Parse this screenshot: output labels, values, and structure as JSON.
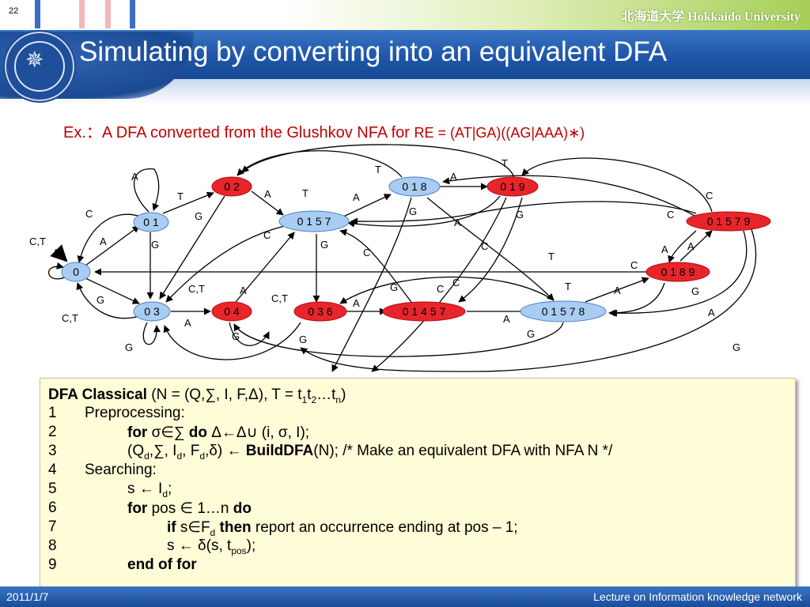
{
  "header": {
    "page_number": "22",
    "university": "北海道大学 Hokkaido University",
    "title": "Simulating by converting into an equivalent DFA",
    "stripe_colors": [
      "#3b6fc2",
      "#f2b8b8",
      "#f2b8b8",
      "#3b6fc2"
    ]
  },
  "caption": {
    "prefix": "Ex.：",
    "text": "A DFA converted from the Glushkov NFA for",
    "re": "RE = (AT|GA)((AG|AAA)∗)"
  },
  "diagram": {
    "colors": {
      "blue_state": "#a9cdf2",
      "red_state": "#e8252a",
      "edge": "#000000"
    },
    "states": [
      {
        "id": "s0",
        "label": "0",
        "kind": "blue"
      },
      {
        "id": "s01",
        "label": "0 1",
        "kind": "blue"
      },
      {
        "id": "s03",
        "label": "0 3",
        "kind": "blue"
      },
      {
        "id": "s02",
        "label": "0 2",
        "kind": "red"
      },
      {
        "id": "s04",
        "label": "0 4",
        "kind": "red"
      },
      {
        "id": "s0157",
        "label": "0 1 5 7",
        "kind": "blue"
      },
      {
        "id": "s036",
        "label": "0 3 6",
        "kind": "red"
      },
      {
        "id": "s018",
        "label": "0 1 8",
        "kind": "blue"
      },
      {
        "id": "s019",
        "label": "0 1 9",
        "kind": "red"
      },
      {
        "id": "s01457",
        "label": "0 1 4 5 7",
        "kind": "red"
      },
      {
        "id": "s01578",
        "label": "0 1 5 7 8",
        "kind": "blue"
      },
      {
        "id": "s01579",
        "label": "0 1 5 7 9",
        "kind": "red"
      },
      {
        "id": "s0189",
        "label": "0 1 8 9",
        "kind": "red"
      }
    ],
    "edge_labels": [
      "C,T",
      "C",
      "A",
      "G",
      "C,T",
      "G",
      "A",
      "T",
      "G",
      "G",
      "A",
      "C,T",
      "C",
      "A",
      "G",
      "T",
      "A",
      "G",
      "G",
      "A",
      "C,T",
      "A",
      "C",
      "G",
      "C",
      "A",
      "G",
      "T",
      "A",
      "C",
      "A",
      "G",
      "C",
      "C",
      "T",
      "T",
      "G",
      "A",
      "G",
      "A",
      "T",
      "C",
      "A",
      "G",
      "C",
      "A",
      "C",
      "T",
      "T",
      "G",
      "G",
      "A",
      "G"
    ]
  },
  "algorithm": {
    "name": "DFA Classical",
    "signature": " (N = (Q,∑, I, F,Δ), T = t",
    "sig_sub1": "1",
    "sig_mid1": "t",
    "sig_sub2": "2",
    "sig_mid2": "…t",
    "sig_sub3": "n",
    "sig_end": ")",
    "lines": [
      {
        "num": "1",
        "text": "Preprocessing:"
      },
      {
        "num": "2",
        "kw": "for",
        "text": " σ∈∑ ",
        "kw2": "do",
        "text2": " Δ←Δ∪ (i, σ, I);"
      },
      {
        "num": "3",
        "a": "(Q",
        "a_sub": "d",
        "b": ",∑, I",
        "b_sub": "d",
        "c": ", F",
        "c_sub": "d",
        "d": ",δ) ← ",
        "kw": "BuildDFA",
        "e": "(N); /* Make an equivalent DFA with NFA N */"
      },
      {
        "num": "4",
        "text": "Searching:"
      },
      {
        "num": "5",
        "a": "s ← I",
        "a_sub": "d",
        "b": ";"
      },
      {
        "num": "6",
        "kw": "for",
        "text": " pos ∈ 1…n ",
        "kw2": "do"
      },
      {
        "num": "7",
        "kw": "if",
        "a": " s∈F",
        "a_sub": "d",
        "kw2": " then",
        "b": " report an occurrence ending at pos – 1;"
      },
      {
        "num": "8",
        "a": "s ← δ(s, t",
        "a_sub": "pos",
        "b": ");"
      },
      {
        "num": "9",
        "kw": "end of for"
      }
    ]
  },
  "footer": {
    "date": "2011/1/7",
    "course": "Lecture on Information knowledge network"
  }
}
